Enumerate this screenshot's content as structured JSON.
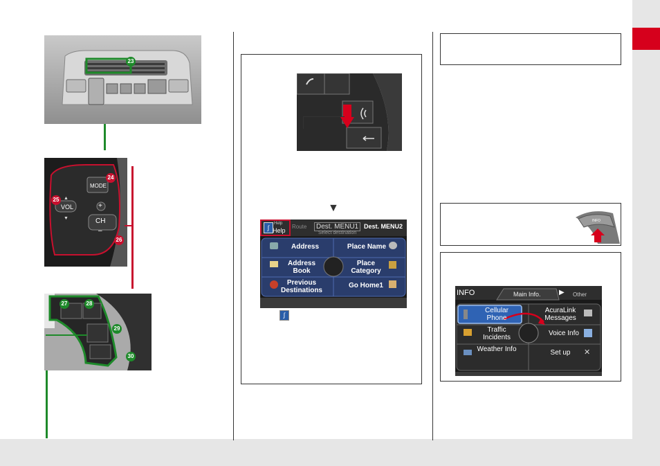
{
  "colors": {
    "accent_red": "#d6001c",
    "callout_red": "#c8102e",
    "callout_green": "#1e8a2a",
    "footer_gray": "#e6e6e6"
  },
  "callouts": {
    "c23": "23",
    "c24": "24",
    "c25": "25",
    "c26": "26",
    "c27": "27",
    "c28": "28",
    "c29": "29",
    "c30": "30"
  },
  "controls": {
    "mode": "MODE",
    "vol": "VOL",
    "ch": "CH",
    "plus": "+",
    "minus": "–",
    "up": "▲",
    "down": "▼"
  },
  "nav_screen": {
    "help_top": "Help",
    "help_label": "Help",
    "tab_route": "Route",
    "tab_dest1": "Dest. MENU1",
    "tab_dest2": "Dest. MENU2",
    "subtitle": "Select destination",
    "items": [
      "Address",
      "Place Name",
      "Address Book",
      "Place Category",
      "Previous Destinations",
      "Go Home1"
    ],
    "arrow": "▼"
  },
  "info_screen": {
    "title": "INFO",
    "tab_main": "Main Info.",
    "tab_other": "Other",
    "items": [
      "Cellular Phone",
      "AcuraLink Messages",
      "Traffic Incidents",
      "Voice Info",
      "Weather Info",
      "Set up"
    ]
  },
  "info_button": {
    "label": "INFO"
  }
}
